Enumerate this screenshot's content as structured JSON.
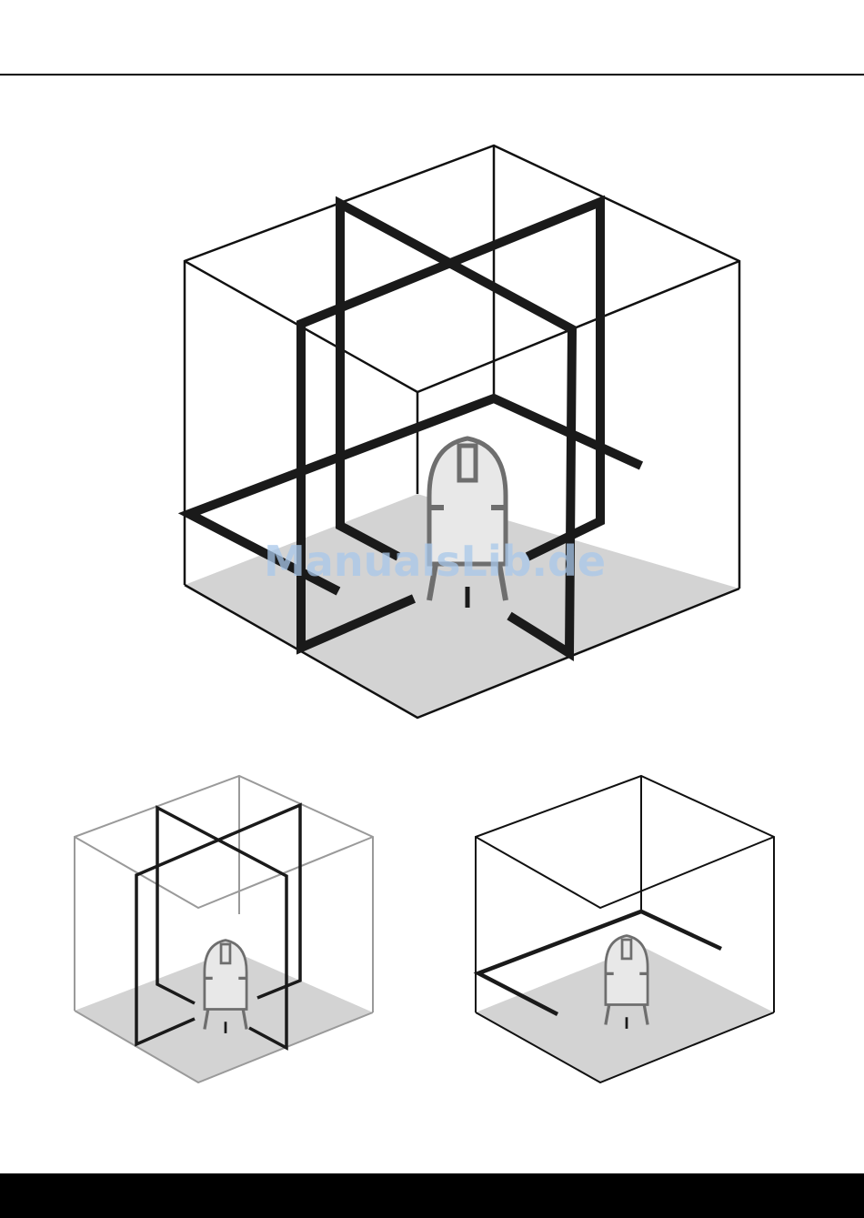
{
  "watermark": {
    "text": "ManualsLib.de"
  },
  "colors": {
    "floor": "#d3d3d3",
    "device_fill": "#e8e8e8",
    "device_stroke": "#6e6e6e",
    "room_edge_light": "#999999",
    "laser_line": "#1a1a1a",
    "watermark": "#a9c8ea"
  },
  "figures": [
    {
      "id": "3d-360-all-lines",
      "laser_planes": [
        "horizontal-360",
        "vertical-360-a",
        "vertical-360-b"
      ]
    },
    {
      "id": "vertical-lines-only",
      "laser_planes": [
        "vertical-360-a",
        "vertical-360-b"
      ]
    },
    {
      "id": "horizontal-line-only",
      "laser_planes": [
        "horizontal-360"
      ]
    }
  ]
}
